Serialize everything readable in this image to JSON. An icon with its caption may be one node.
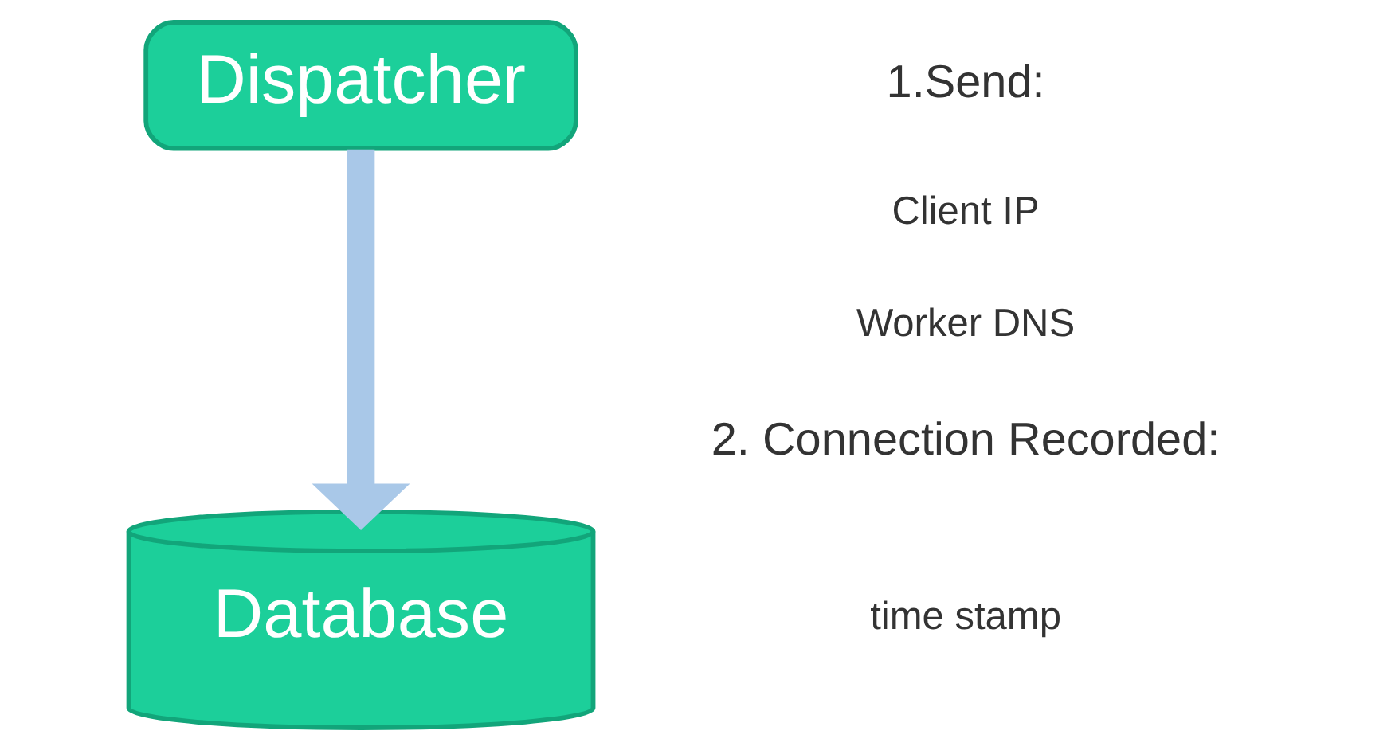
{
  "diagram": {
    "nodes": [
      {
        "text": [
          "Dispatcher"
        ]
      },
      {
        "text": [
          "Database"
        ]
      }
    ],
    "edges": [
      {
        "from": 0,
        "to": 1,
        "arrow": "to",
        "color": "#a9c8e8"
      }
    ],
    "labels": [
      "1.Send:",
      "Client IP",
      "Worker DNS",
      "2. Connection Recorded:",
      "time stamp"
    ]
  }
}
